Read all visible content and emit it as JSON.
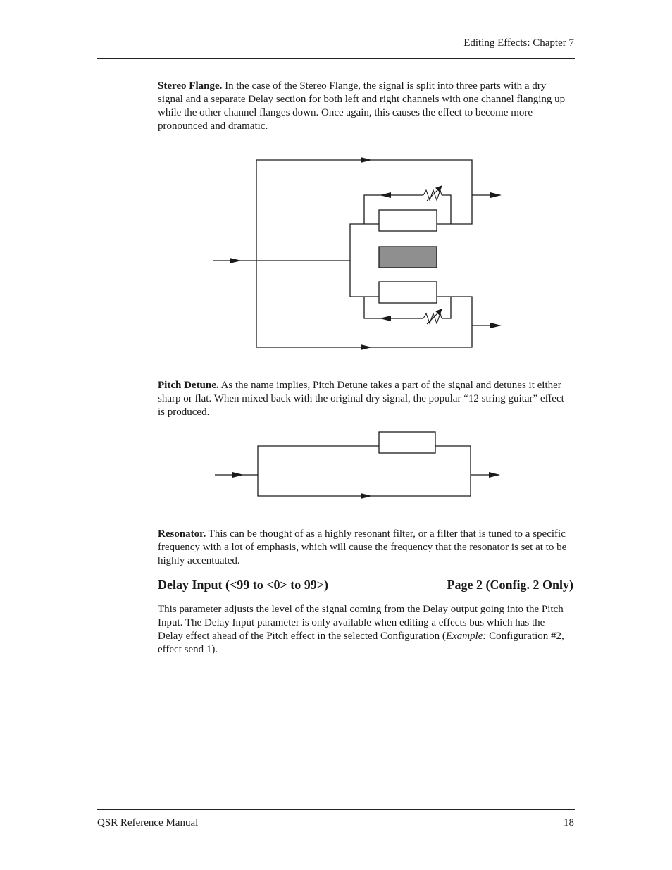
{
  "header": {
    "chapter": "Editing Effects: Chapter 7"
  },
  "stereo_flange": {
    "term": "Stereo Flange.",
    "text": " In the case of the Stereo Flange, the signal is split into three parts with a dry signal and a separate Delay section for both left and right channels with one channel flanging up while the other channel flanges down. Once again, this causes the effect to become more pronounced and dramatic."
  },
  "pitch_detune": {
    "term": "Pitch Detune.",
    "text": " As the name implies, Pitch Detune takes a part of the signal and detunes it either sharp or flat. When mixed back with the original dry signal, the popular “12 string guitar” effect is produced."
  },
  "resonator": {
    "term": "Resonator.",
    "text": "  This can be thought of as a highly resonant filter, or a filter that is tuned to a specific frequency with a lot of emphasis, which will cause the frequency that the resonator is set at to be highly accentuated."
  },
  "delay_input": {
    "title": "Delay Input (<99 to <0> to 99>)",
    "page_ref": "Page 2 (Config. 2 Only)",
    "text_before": "This parameter adjusts the level of the signal coming from the Delay output going into the Pitch Input. The Delay Input parameter is only available when editing a effects bus which has the Delay effect ahead of the Pitch effect in the selected Configuration (",
    "example_label": "Example:",
    "text_after": " Configuration #2, effect send 1)."
  },
  "footer": {
    "manual": "QSR Reference Manual",
    "page": "18"
  },
  "colors": {
    "ink": "#1a1a1a",
    "gray_block": "#8f8f8f"
  }
}
